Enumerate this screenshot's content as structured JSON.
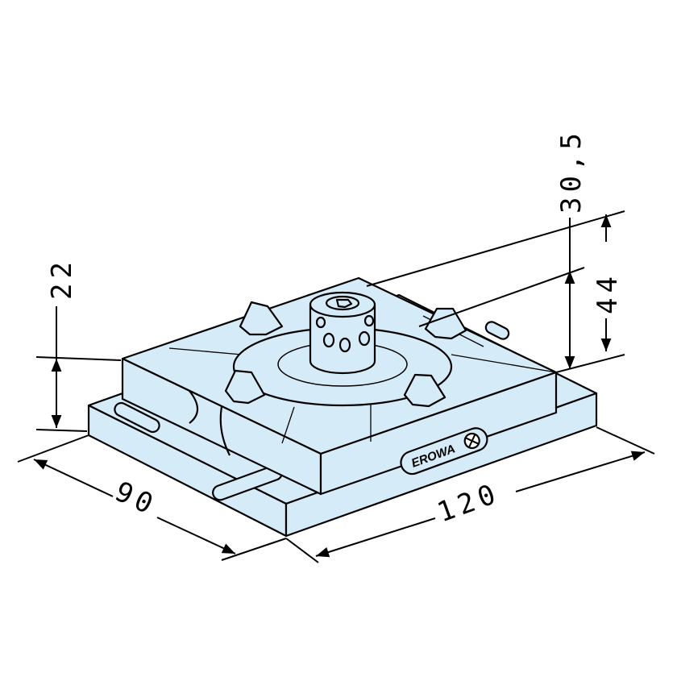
{
  "dimensions": {
    "height_left": "22",
    "height_top": "30,5",
    "height_right": "44",
    "depth": "90",
    "width": "120"
  },
  "logo": {
    "text": "EROWA"
  },
  "colors": {
    "fill": "#d6ebf8",
    "stroke": "#000000"
  }
}
